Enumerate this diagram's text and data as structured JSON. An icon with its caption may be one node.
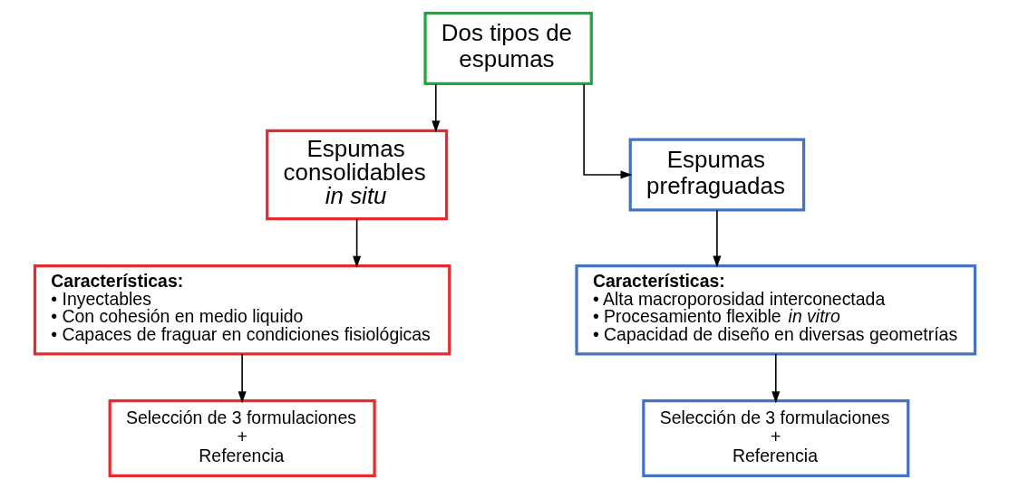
{
  "diagram": {
    "nodes": [
      {
        "text": [
          "Dos tipos de espumas"
        ]
      },
      {
        "text": [
          "Espumas consolidables *in situ*"
        ]
      },
      {
        "text": [
          "Espumas prefraguadas"
        ]
      },
      {
        "text": [
          "**Características:**",
          "• Inyectables",
          "• Con cohesión en medio liquido",
          "• Capaces de fraguar en condiciones fisiológicas"
        ]
      },
      {
        "text": [
          "Selección de 3 formulaciones",
          "+",
          "Referencia"
        ]
      },
      {
        "text": [
          "**Características:**",
          "• Alta macroporosidad interconectada",
          "• Procesamiento flexible *in vitro*",
          "• Capacidad de diseño en diversas geometrías"
        ]
      },
      {
        "text": [
          "Selección de 3 formulaciones",
          "+",
          "Referencia"
        ]
      }
    ],
    "edges": [
      {
        "from": 0,
        "to": 1,
        "arrow": "to"
      },
      {
        "from": 0,
        "to": 2,
        "arrow": "to"
      },
      {
        "from": 1,
        "to": 3,
        "arrow": "to"
      },
      {
        "from": 3,
        "to": 4,
        "arrow": "to"
      },
      {
        "from": 2,
        "to": 5,
        "arrow": "to"
      },
      {
        "from": 5,
        "to": 6,
        "arrow": "to"
      }
    ]
  }
}
